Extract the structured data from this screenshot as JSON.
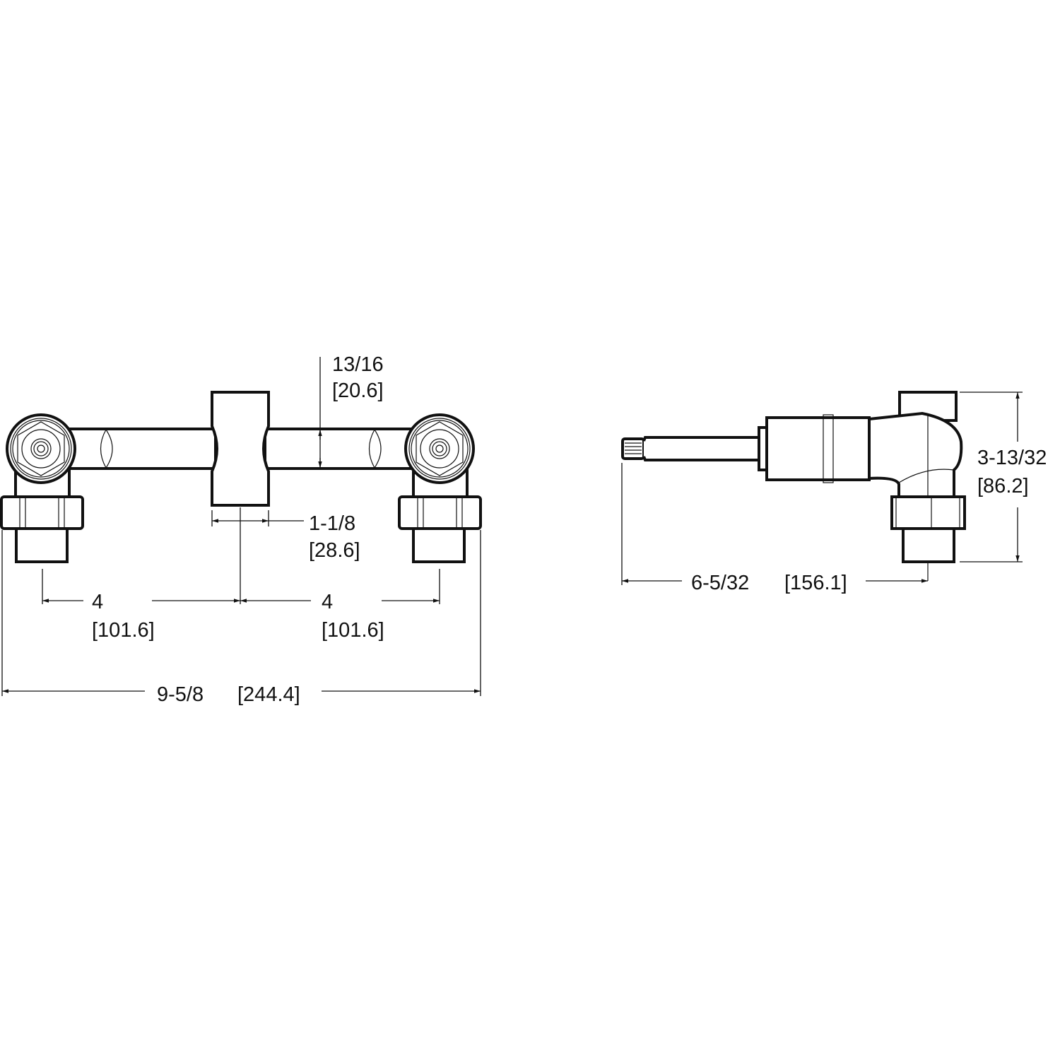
{
  "front_view": {
    "dim_pipe_diameter": {
      "inch": "13/16",
      "mm": "[20.6]"
    },
    "dim_cross_width": {
      "inch": "1-1/8",
      "mm": "[28.6]"
    },
    "dim_left_spacing": {
      "inch": "4",
      "mm": "[101.6]"
    },
    "dim_right_spacing": {
      "inch": "4",
      "mm": "[101.6]"
    },
    "dim_overall_width": {
      "inch": "9-5/8",
      "mm": "[244.4]"
    }
  },
  "side_view": {
    "dim_depth": {
      "inch": "6-5/32",
      "mm": "[156.1]"
    },
    "dim_height": {
      "inch": "3-13/32",
      "mm": "[86.2]"
    }
  },
  "colors": {
    "line": "#111111",
    "background": "#ffffff"
  }
}
